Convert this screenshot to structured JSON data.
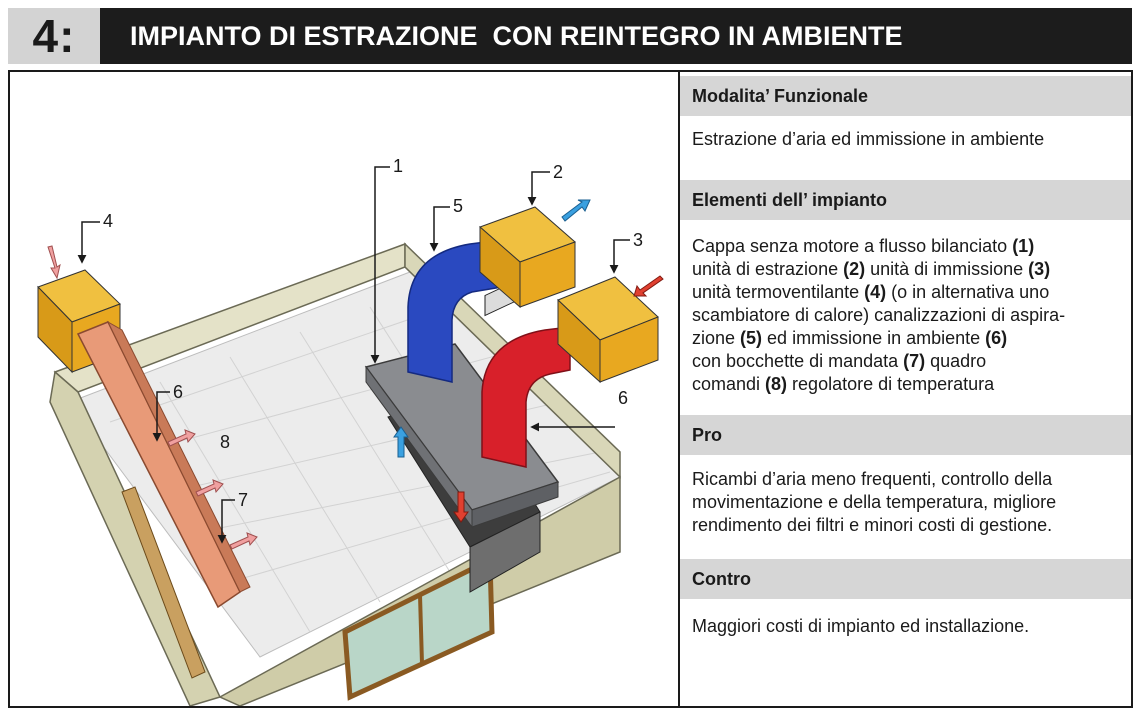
{
  "header": {
    "number": "4:",
    "title": "IMPIANTO DI ESTRAZIONE  CON REINTEGRO IN AMBIENTE"
  },
  "illustration": {
    "callouts": [
      "1",
      "2",
      "3",
      "4",
      "5",
      "6",
      "6",
      "7",
      "8"
    ],
    "colors": {
      "unit": "#e8a820",
      "extraction_duct": "#2a49c0",
      "supply_duct": "#d8202a",
      "thermo_duct": "#e89a78",
      "hood": "#8a8c90",
      "floor": "#ececec",
      "wall": "#e4e2c8",
      "arrow_out": "#3aa0e0",
      "arrow_in": "#e04030",
      "arrow_soft": "#f0a0a0"
    }
  },
  "sections": [
    {
      "heading": "Modalita’ Funzionale",
      "lines": [
        [
          "Estrazione d’aria ed immissione in ambiente"
        ]
      ]
    },
    {
      "heading": "Elementi dell’ impianto",
      "lines": [
        [
          "Cappa senza motore a flusso bilanciato ",
          "(1)"
        ],
        [
          "unità di estrazione ",
          "(2)",
          " unità di immissione ",
          "(3)"
        ],
        [
          "unità termoventilante ",
          "(4)",
          " (o in alternativa uno"
        ],
        [
          "scambiatore di calore) canalizzazioni di aspira-"
        ],
        [
          "zione ",
          "(5)",
          " ed immissione in ambiente ",
          "(6)"
        ],
        [
          "con bocchette di mandata ",
          "(7)",
          " quadro"
        ],
        [
          "comandi ",
          "(8)",
          " regolatore di temperatura"
        ]
      ]
    },
    {
      "heading": "Pro",
      "lines": [
        [
          "Ricambi d’aria meno frequenti, controllo della"
        ],
        [
          "movimentazione e della temperatura, migliore"
        ],
        [
          "rendimento dei filtri e minori costi di gestione."
        ]
      ]
    },
    {
      "heading": "Contro",
      "lines": [
        [
          "Maggiori costi di impianto ed installazione."
        ]
      ]
    }
  ]
}
